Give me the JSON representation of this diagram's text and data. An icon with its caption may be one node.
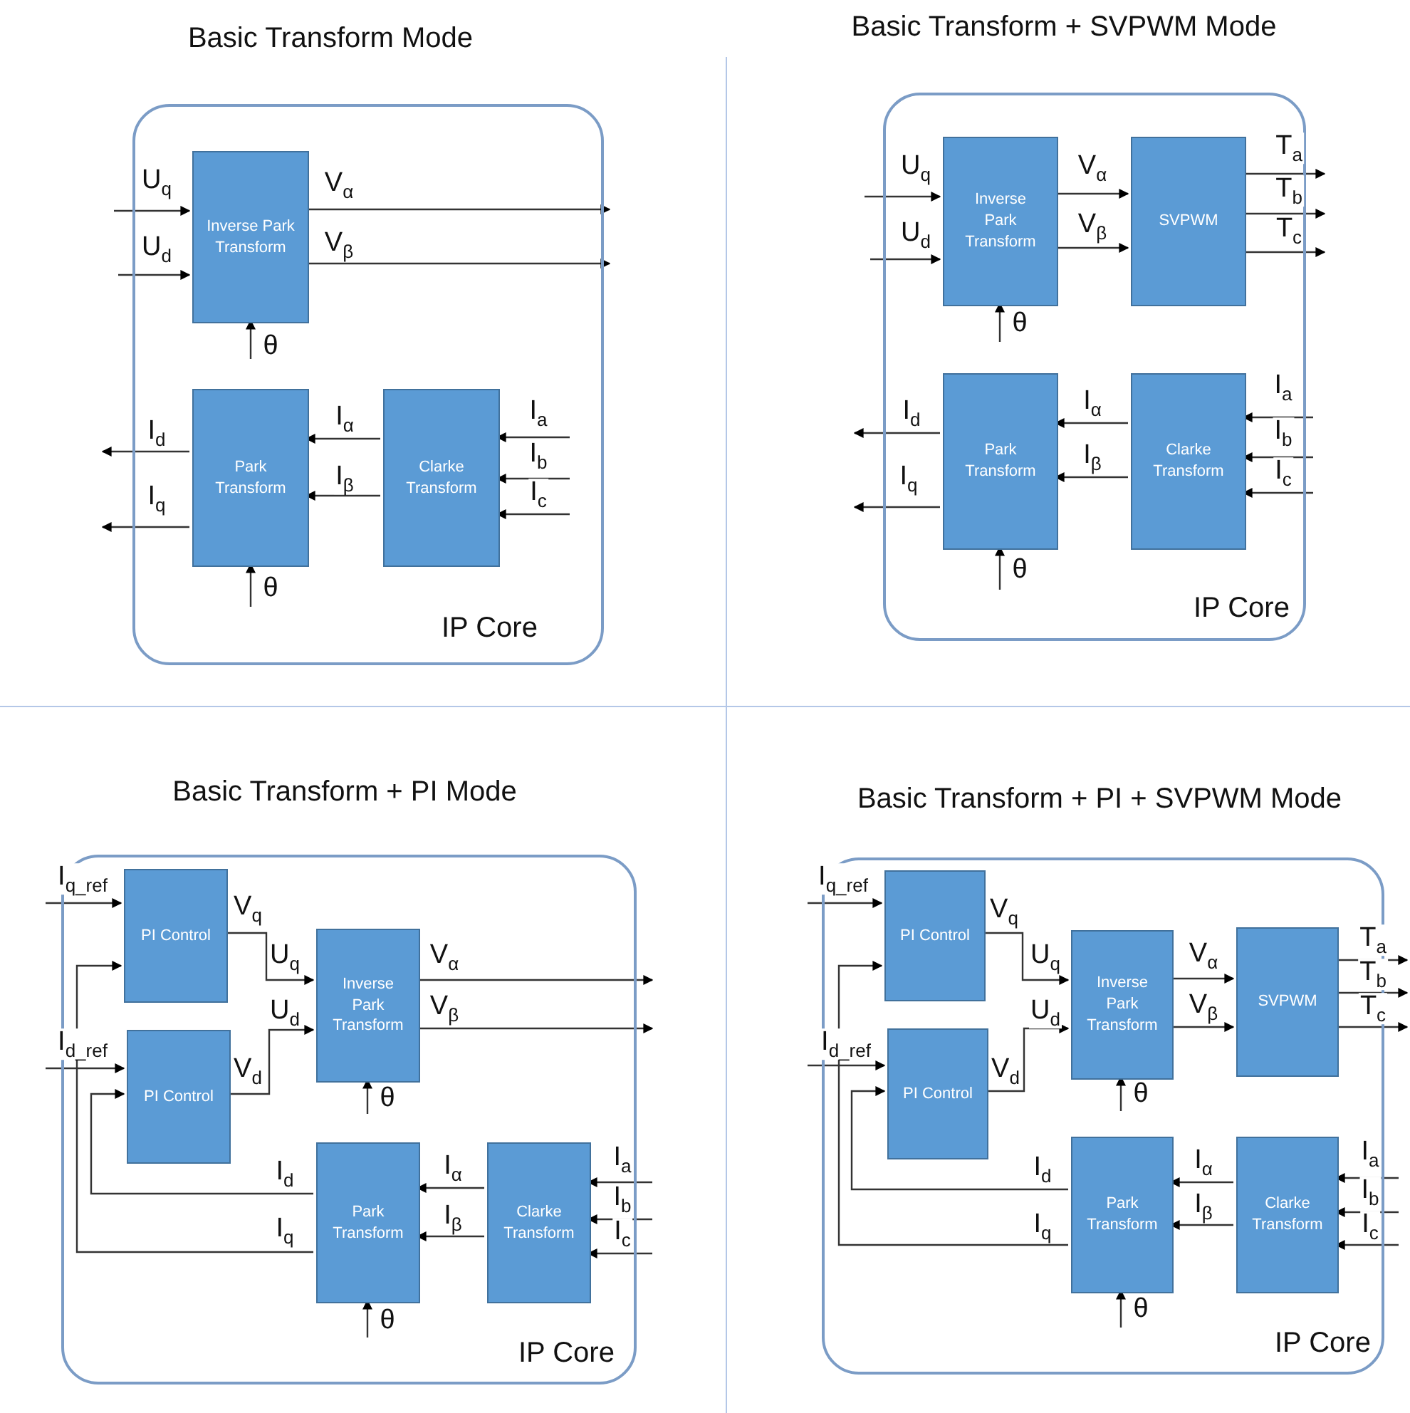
{
  "diagram": {
    "nodes": [
      {
        "text": [
          "Basic Transform Mode",
          "IP Core"
        ]
      },
      {
        "text": [
          "Inverse Park Transform"
        ],
        "in": 0
      },
      {
        "text": [
          "Park Transform"
        ],
        "in": 0
      },
      {
        "text": [
          "Clarke Transform"
        ],
        "in": 0
      },
      {
        "text": [
          "Basic Transform + SVPWM Mode",
          "IP Core"
        ]
      },
      {
        "text": [
          "Inverse Park Transform"
        ],
        "in": 4
      },
      {
        "text": [
          "SVPWM"
        ],
        "in": 4
      },
      {
        "text": [
          "Park Transform"
        ],
        "in": 4
      },
      {
        "text": [
          "Clarke Transform"
        ],
        "in": 4
      },
      {
        "text": [
          "Basic Transform + PI Mode",
          "IP Core"
        ]
      },
      {
        "text": [
          "PI Control"
        ],
        "in": 9
      },
      {
        "text": [
          "PI Control"
        ],
        "in": 9
      },
      {
        "text": [
          "Inverse Park Transform"
        ],
        "in": 9
      },
      {
        "text": [
          "Park Transform"
        ],
        "in": 9
      },
      {
        "text": [
          "Clarke Transform"
        ],
        "in": 9
      },
      {
        "text": [
          "Basic Transform + PI + SVPWM Mode",
          "IP Core"
        ]
      },
      {
        "text": [
          "PI Control"
        ],
        "in": 15
      },
      {
        "text": [
          "PI Control"
        ],
        "in": 15
      },
      {
        "text": [
          "Inverse Park Transform"
        ],
        "in": 15
      },
      {
        "text": [
          "SVPWM"
        ],
        "in": 15
      },
      {
        "text": [
          "Park Transform"
        ],
        "in": 15
      },
      {
        "text": [
          "Clarke Transform"
        ],
        "in": 15
      }
    ],
    "edges": [
      {
        "from": null,
        "to": 1,
        "arrow": "to",
        "label": "U$_{q}$"
      },
      {
        "from": null,
        "to": 1,
        "arrow": "to",
        "label": "U$_{d}$"
      },
      {
        "from": 1,
        "to": null,
        "arrow": "to",
        "label": "V$_{α}$"
      },
      {
        "from": 1,
        "to": null,
        "arrow": "to",
        "label": "V$_{β}$"
      },
      {
        "from": null,
        "to": 1,
        "arrow": "to",
        "label": "θ"
      },
      {
        "from": 2,
        "to": null,
        "arrow": "to",
        "label": "I$_{d}$"
      },
      {
        "from": 2,
        "to": null,
        "arrow": "to",
        "label": "I$_{q}$"
      },
      {
        "from": 3,
        "to": 2,
        "arrow": "to",
        "label": "I$_{α}$"
      },
      {
        "from": 3,
        "to": 2,
        "arrow": "to",
        "label": "I$_{β}$"
      },
      {
        "from": null,
        "to": 3,
        "arrow": "to",
        "label": "I$_{a}$"
      },
      {
        "from": null,
        "to": 3,
        "arrow": "to",
        "label": "I$_{b}$"
      },
      {
        "from": null,
        "to": 3,
        "arrow": "to",
        "label": "I$_{c}$"
      },
      {
        "from": null,
        "to": 2,
        "arrow": "to",
        "label": "θ"
      },
      {
        "from": null,
        "to": 5,
        "arrow": "to",
        "label": "U$_{q}$"
      },
      {
        "from": null,
        "to": 5,
        "arrow": "to",
        "label": "U$_{d}$"
      },
      {
        "from": 5,
        "to": 6,
        "arrow": "to",
        "label": "V$_{α}$"
      },
      {
        "from": 5,
        "to": 6,
        "arrow": "to",
        "label": "V$_{β}$"
      },
      {
        "from": null,
        "to": 5,
        "arrow": "to",
        "label": "θ"
      },
      {
        "from": 6,
        "to": null,
        "arrow": "to",
        "label": "T$_{a}$"
      },
      {
        "from": 6,
        "to": null,
        "arrow": "to",
        "label": "T$_{b}$"
      },
      {
        "from": 6,
        "to": null,
        "arrow": "to",
        "label": "T$_{c}$"
      },
      {
        "from": 7,
        "to": null,
        "arrow": "to",
        "label": "I$_{d}$"
      },
      {
        "from": 7,
        "to": null,
        "arrow": "to",
        "label": "I$_{q}$"
      },
      {
        "from": 8,
        "to": 7,
        "arrow": "to",
        "label": "I$_{α}$"
      },
      {
        "from": 8,
        "to": 7,
        "arrow": "to",
        "label": "I$_{β}$"
      },
      {
        "from": null,
        "to": 8,
        "arrow": "to",
        "label": "I$_{a}$"
      },
      {
        "from": null,
        "to": 8,
        "arrow": "to",
        "label": "I$_{b}$"
      },
      {
        "from": null,
        "to": 8,
        "arrow": "to",
        "label": "I$_{c}$"
      },
      {
        "from": null,
        "to": 7,
        "arrow": "to",
        "label": "θ"
      },
      {
        "from": null,
        "to": 10,
        "arrow": "to",
        "label": "I$_{q_ref}$"
      },
      {
        "from": 10,
        "to": 12,
        "arrow": "to",
        "label": "V$_{q}$"
      },
      {
        "from": null,
        "to": 11,
        "arrow": "to",
        "label": "I$_{d_ref}$"
      },
      {
        "from": 11,
        "to": 12,
        "arrow": "to",
        "label": "V$_{d}$"
      },
      {
        "from": 12,
        "to": null,
        "arrow": "to",
        "label": "V$_{α}$"
      },
      {
        "from": 12,
        "to": null,
        "arrow": "to",
        "label": "V$_{β}$"
      },
      {
        "from": null,
        "to": 12,
        "arrow": "to",
        "label": "θ"
      },
      {
        "from": 13,
        "to": 11,
        "arrow": "to",
        "label": "I$_{d}$"
      },
      {
        "from": 13,
        "to": 10,
        "arrow": "to",
        "label": "I$_{q}$"
      },
      {
        "from": 14,
        "to": 13,
        "arrow": "to",
        "label": "I$_{α}$"
      },
      {
        "from": 14,
        "to": 13,
        "arrow": "to",
        "label": "I$_{β}$"
      },
      {
        "from": null,
        "to": 14,
        "arrow": "to",
        "label": "I$_{a}$"
      },
      {
        "from": null,
        "to": 14,
        "arrow": "to",
        "label": "I$_{b}$"
      },
      {
        "from": null,
        "to": 14,
        "arrow": "to",
        "label": "I$_{c}$"
      },
      {
        "from": null,
        "to": 13,
        "arrow": "to",
        "label": "θ"
      },
      {
        "from": null,
        "to": 16,
        "arrow": "to",
        "label": "I$_{q_ref}$"
      },
      {
        "from": 16,
        "to": 18,
        "arrow": "to",
        "label": "V$_{q}$"
      },
      {
        "from": null,
        "to": 17,
        "arrow": "to",
        "label": "I$_{d_ref}$"
      },
      {
        "from": 17,
        "to": 18,
        "arrow": "to",
        "label": "V$_{d}$"
      },
      {
        "from": 18,
        "to": 19,
        "arrow": "to",
        "label": "V$_{α}$"
      },
      {
        "from": 18,
        "to": 19,
        "arrow": "to",
        "label": "V$_{β}$"
      },
      {
        "from": null,
        "to": 18,
        "arrow": "to",
        "label": "θ"
      },
      {
        "from": 19,
        "to": null,
        "arrow": "to",
        "label": "T$_{a}$"
      },
      {
        "from": 19,
        "to": null,
        "arrow": "to",
        "label": "T$_{b}$"
      },
      {
        "from": 19,
        "to": null,
        "arrow": "to",
        "label": "T$_{c}$"
      },
      {
        "from": 20,
        "to": 17,
        "arrow": "to",
        "label": "I$_{d}$"
      },
      {
        "from": 20,
        "to": 16,
        "arrow": "to",
        "label": "I$_{q}$"
      },
      {
        "from": 21,
        "to": 20,
        "arrow": "to",
        "label": "I$_{α}$"
      },
      {
        "from": 21,
        "to": 20,
        "arrow": "to",
        "label": "I$_{β}$"
      },
      {
        "from": null,
        "to": 21,
        "arrow": "to",
        "label": "I$_{a}$"
      },
      {
        "from": null,
        "to": 21,
        "arrow": "to",
        "label": "I$_{b}$"
      },
      {
        "from": null,
        "to": 21,
        "arrow": "to",
        "label": "I$_{c}$"
      },
      {
        "from": null,
        "to": 20,
        "arrow": "to",
        "label": "θ"
      }
    ],
    "labels": [
      "U$_{q}$",
      "U$_{d}$",
      "U$_{q}$",
      "U$_{d}$"
    ]
  }
}
